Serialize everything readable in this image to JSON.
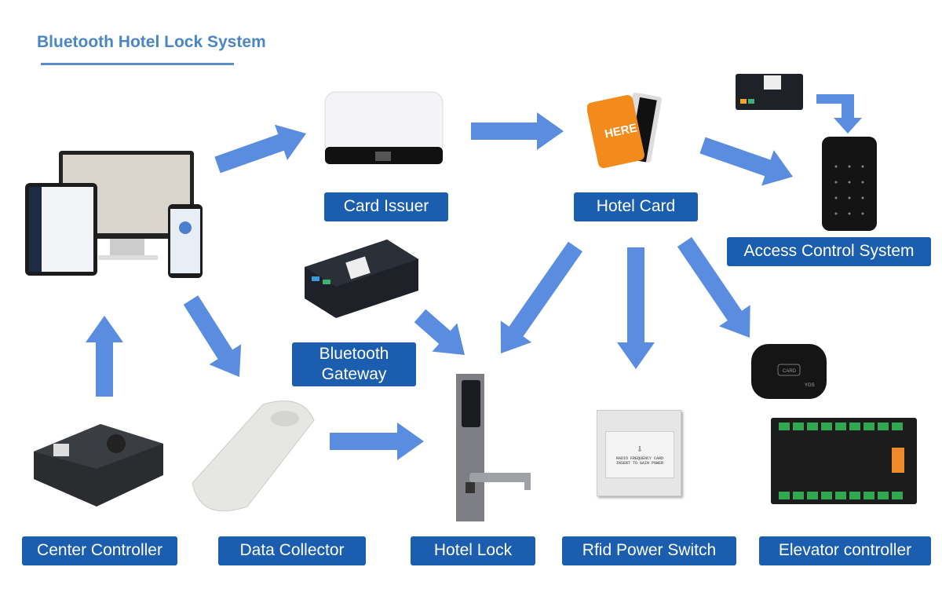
{
  "title": "Bluetooth Hotel Lock System",
  "colors": {
    "label_bg": "#1b5eb0",
    "arrow": "#5a8de0",
    "title": "#4a86c5"
  },
  "labels": {
    "card_issuer": "Card Issuer",
    "hotel_card": "Hotel Card",
    "access_control": "Access Control System",
    "bluetooth_gateway_1": "Bluetooth",
    "bluetooth_gateway_2": "Gateway",
    "center_controller": "Center Controller",
    "data_collector": "Data Collector",
    "hotel_lock": "Hotel Lock",
    "rfid_power_switch": "Rfid Power Switch",
    "elevator_controller": "Elevator controller"
  },
  "device_text": {
    "card": "HERE",
    "power_switch_1": "RADIO FREQUENCY CARD",
    "power_switch_2": "INSERT TO GAIN POWER",
    "reader": "CARD",
    "reader_brand": "YGS"
  }
}
